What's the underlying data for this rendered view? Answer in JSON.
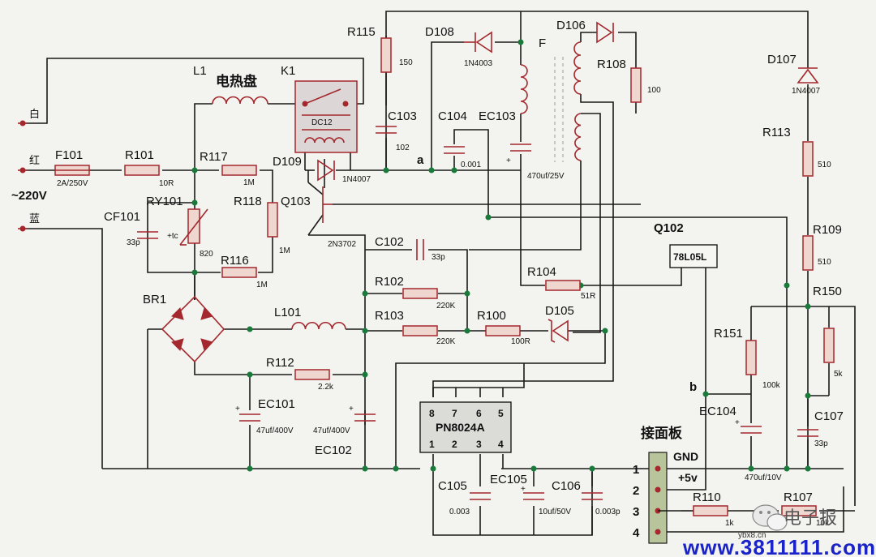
{
  "terminals": {
    "white": "白",
    "red": "红",
    "blue": "蓝",
    "mains": "~220V"
  },
  "components": {
    "f101": {
      "ref": "F101",
      "val": "2A/250V"
    },
    "r101": {
      "ref": "R101",
      "val": "10R"
    },
    "r117": {
      "ref": "R117",
      "val": "1M"
    },
    "r118": {
      "ref": "R118",
      "val": "1M"
    },
    "r116": {
      "ref": "R116",
      "val": "1M"
    },
    "ry101": {
      "ref": "RY101",
      "val": "820",
      "note": "+tc"
    },
    "cf101": {
      "ref": "CF101",
      "val": "33p"
    },
    "l1": {
      "ref": "L1",
      "name": "电热盘"
    },
    "k1": {
      "ref": "K1",
      "coil": "DC12"
    },
    "d109": {
      "ref": "D109",
      "val": "1N4007"
    },
    "q103": {
      "ref": "Q103",
      "val": "2N3702"
    },
    "r115": {
      "ref": "R115",
      "val": "150"
    },
    "d108": {
      "ref": "D108",
      "val": "1N4003"
    },
    "c103": {
      "ref": "C103",
      "val": "102"
    },
    "c104": {
      "ref": "C104",
      "val": "0.001"
    },
    "ec103": {
      "ref": "EC103",
      "val": "470uf/25V"
    },
    "f": {
      "ref": "F"
    },
    "d106": {
      "ref": "D106"
    },
    "r108": {
      "ref": "R108",
      "val": "100"
    },
    "d107": {
      "ref": "D107",
      "val": "1N4007"
    },
    "r113": {
      "ref": "R113",
      "val": "510"
    },
    "r109": {
      "ref": "R109",
      "val": "510"
    },
    "q102": {
      "ref": "Q102",
      "val": "78L05L"
    },
    "c102": {
      "ref": "C102",
      "val": "33p"
    },
    "r104": {
      "ref": "R104",
      "val": "51R"
    },
    "r102": {
      "ref": "R102",
      "val": "220K"
    },
    "r103": {
      "ref": "R103",
      "val": "220K"
    },
    "r100": {
      "ref": "R100",
      "val": "100R"
    },
    "d105": {
      "ref": "D105"
    },
    "br1": {
      "ref": "BR1"
    },
    "l101": {
      "ref": "L101"
    },
    "r112": {
      "ref": "R112",
      "val": "2.2k"
    },
    "ec101": {
      "ref": "EC101",
      "val": "47uf/400V"
    },
    "ec102": {
      "ref": "EC102",
      "val": "47uf/400V"
    },
    "ic": {
      "ref": "PN8024A",
      "pins_top": [
        "8",
        "7",
        "6",
        "5"
      ],
      "pins_bottom": [
        "1",
        "2",
        "3",
        "4"
      ]
    },
    "c105": {
      "ref": "C105",
      "val": "0.003"
    },
    "ec105": {
      "ref": "EC105",
      "val": "10uf/50V"
    },
    "c106": {
      "ref": "C106",
      "val": "0.003p"
    },
    "r150": {
      "ref": "R150",
      "val": "5k"
    },
    "r151": {
      "ref": "R151",
      "val": "100k"
    },
    "ec104": {
      "ref": "EC104",
      "val": "470uf/10V"
    },
    "c107": {
      "ref": "C107",
      "val": "33p"
    },
    "r110": {
      "ref": "R110",
      "val": "1k"
    },
    "r107": {
      "ref": "R107",
      "val": "10k"
    }
  },
  "nodes": {
    "a": "a",
    "b": "b"
  },
  "connector": {
    "title": "接面板",
    "gnd": "GND",
    "v5": "+5v",
    "pins": [
      "1",
      "2",
      "3",
      "4"
    ]
  },
  "watermark": {
    "name": "电子报",
    "small": "ybx8.cn",
    "url": "www.3811111.com"
  }
}
